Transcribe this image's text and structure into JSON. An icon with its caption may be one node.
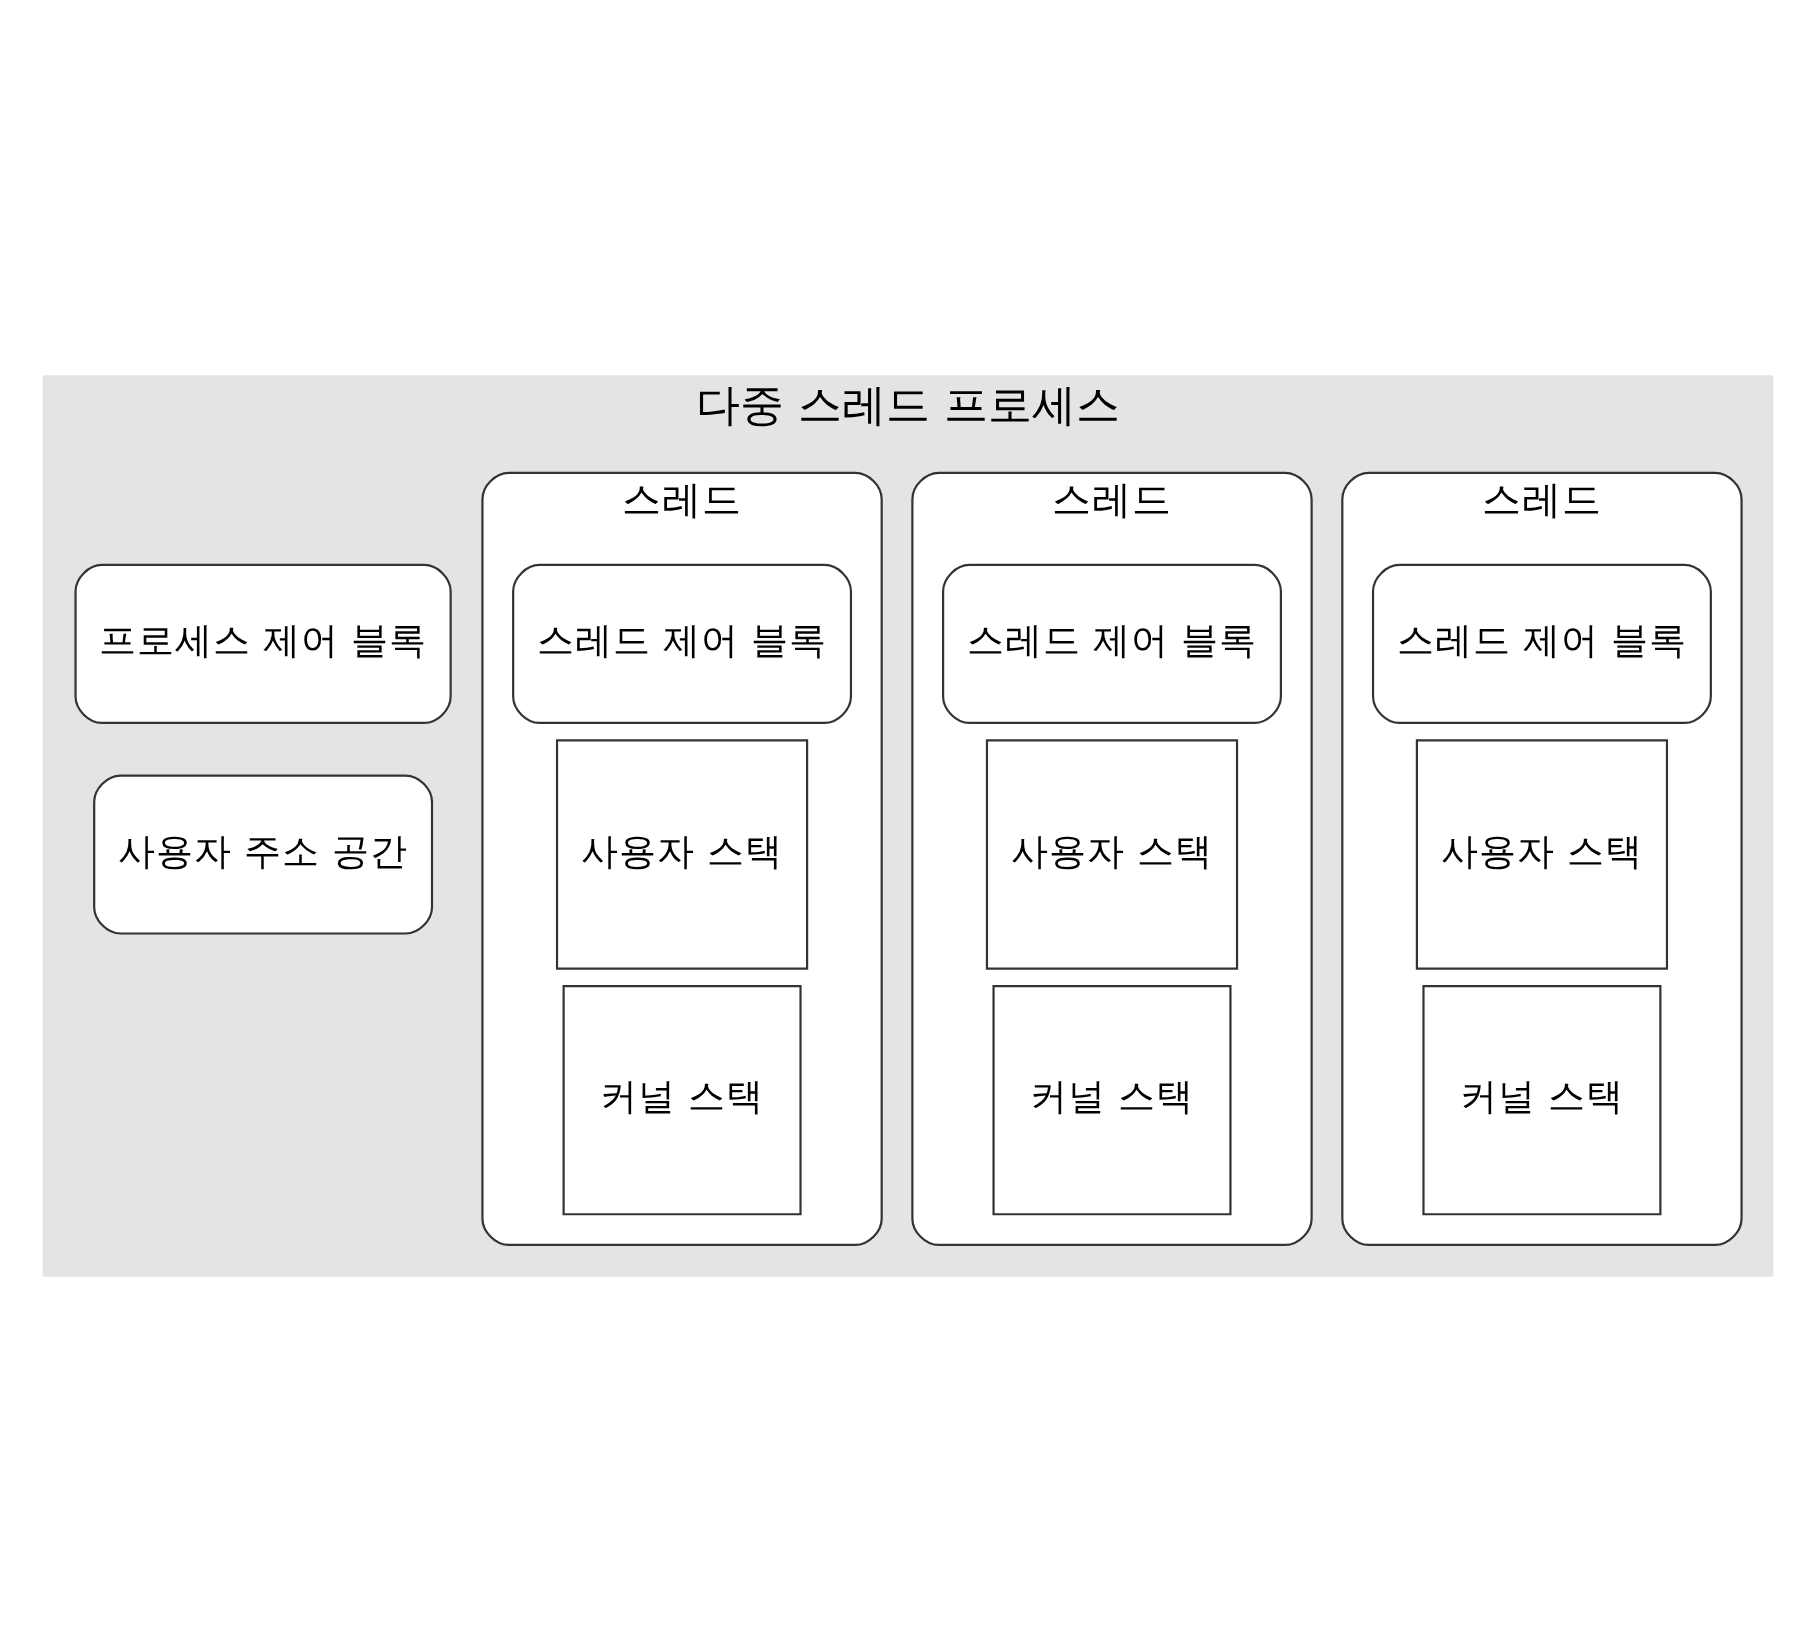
{
  "diagram": {
    "nodes": [
      {
        "text": [
          "다중 스레드 프로세스"
        ]
      },
      {
        "text": [
          "프로세스 제어 블록"
        ],
        "in": 0
      },
      {
        "text": [
          "사용자 주소 공간"
        ],
        "in": 0
      },
      {
        "text": [
          "스레드"
        ],
        "in": 0
      },
      {
        "text": [
          "스레드 제어 블록"
        ],
        "in": 3
      },
      {
        "text": [
          "사용자 스택"
        ],
        "in": 3
      },
      {
        "text": [
          "커널 스택"
        ],
        "in": 3
      },
      {
        "text": [
          "스레드"
        ],
        "in": 0
      },
      {
        "text": [
          "스레드 제어 블록"
        ],
        "in": 7
      },
      {
        "text": [
          "사용자 스택"
        ],
        "in": 7
      },
      {
        "text": [
          "커널 스택"
        ],
        "in": 7
      },
      {
        "text": [
          "스레드"
        ],
        "in": 0
      },
      {
        "text": [
          "스레드 제어 블록"
        ],
        "in": 11
      },
      {
        "text": [
          "사용자 스택"
        ],
        "in": 11
      },
      {
        "text": [
          "커널 스택"
        ],
        "in": 11
      }
    ],
    "edges": []
  }
}
